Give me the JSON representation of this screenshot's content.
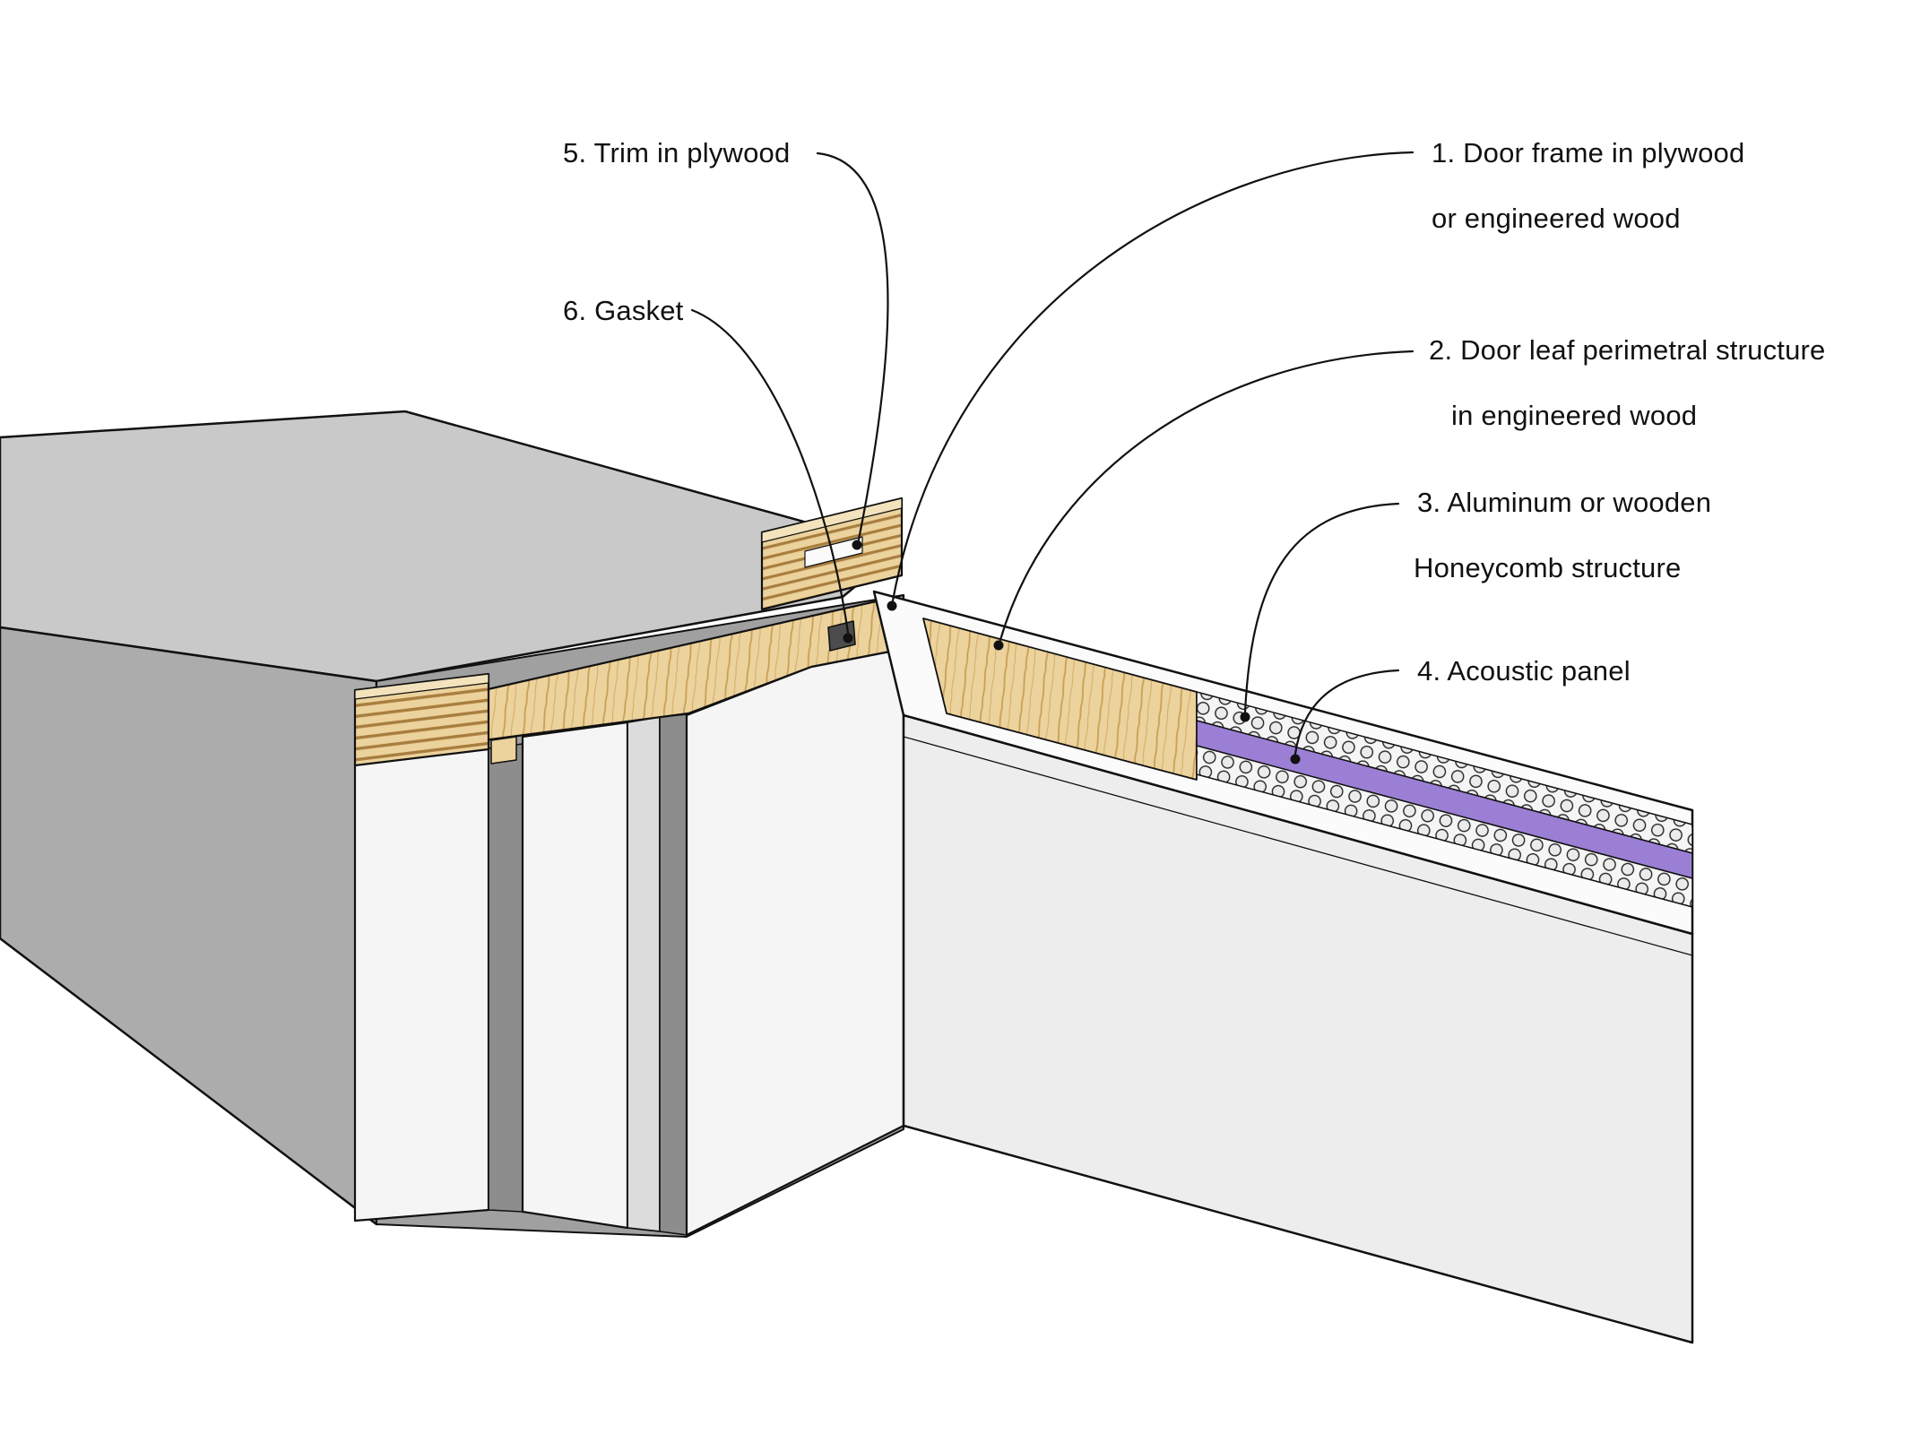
{
  "figure_type": "door-frame-cutaway-diagram",
  "annotations": {
    "door_frame": {
      "line1": "1. Door frame in plywood",
      "line2": "or engineered wood"
    },
    "leaf_perimetral": {
      "line1": "2. Door leaf perimetral structure",
      "line2": "in engineered wood"
    },
    "honeycomb": {
      "line1": "3. Aluminum or wooden",
      "line2": "Honeycomb structure"
    },
    "acoustic_panel": {
      "label": "4. Acoustic panel"
    },
    "trim": {
      "label": "5. Trim in plywood"
    },
    "gasket": {
      "label": "6. Gasket"
    }
  },
  "colors": {
    "background": "#ffffff",
    "outline": "#111111",
    "wood": "#ecd29c",
    "wood_light": "#f3e3bd",
    "wood_grain": "#c9a055",
    "ply_stripe": "#a87e3f",
    "acoustic_purple": "#9b7fd4",
    "wall_top": "#c9c9c9",
    "wall_front": "#acacac",
    "wall_behind": "#a0a0a0",
    "frame_white": "#f5f5f5",
    "frame_side": "#dcdcdc",
    "gap_shadow": "#8d8d8d",
    "leaf_face": "#ededed",
    "leaf_top": "#fbfbfb",
    "gasket_dark": "#4c4c4c",
    "honeycomb_bg": "#f5f5f5",
    "honeycomb_cell": "#ebebeb"
  }
}
